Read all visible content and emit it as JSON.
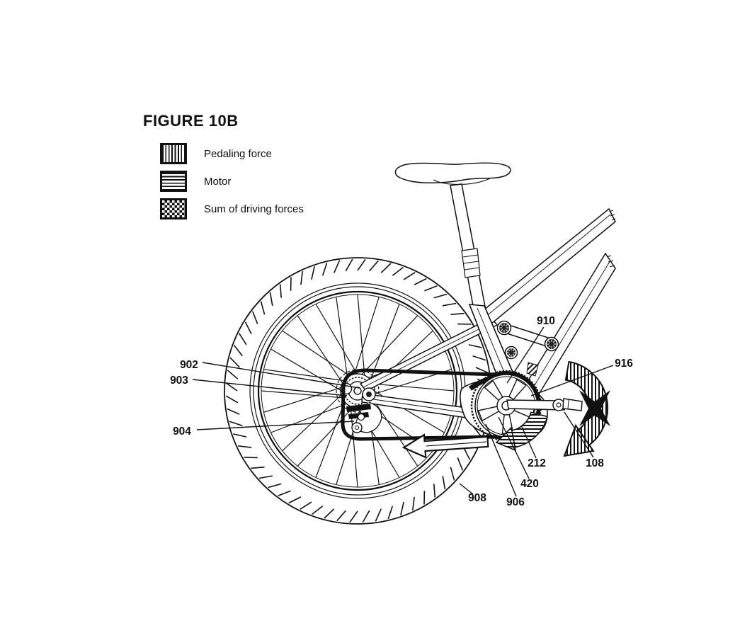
{
  "figure": {
    "title": "FIGURE 10B"
  },
  "legend": {
    "items": [
      {
        "label": "Pedaling force",
        "pattern": "vertical-hatch"
      },
      {
        "label": "Motor",
        "pattern": "horizontal-hatch"
      },
      {
        "label": "Sum of driving forces",
        "pattern": "checkerboard"
      }
    ]
  },
  "callouts": [
    {
      "text": "902",
      "target": "rear cassette"
    },
    {
      "text": "903",
      "target": "rear hub axle"
    },
    {
      "text": "904",
      "target": "rear derailleur"
    },
    {
      "text": "908",
      "target": "rear tire"
    },
    {
      "text": "906",
      "target": "chain"
    },
    {
      "text": "420",
      "target": "chainring"
    },
    {
      "text": "212",
      "target": "motor torque arrow"
    },
    {
      "text": "108",
      "target": "pedal"
    },
    {
      "text": "916",
      "target": "pedaling force arrow"
    },
    {
      "text": "910",
      "target": "chain guard / motor housing"
    }
  ],
  "colors": {
    "ink": "#111111",
    "paper": "#ffffff"
  }
}
